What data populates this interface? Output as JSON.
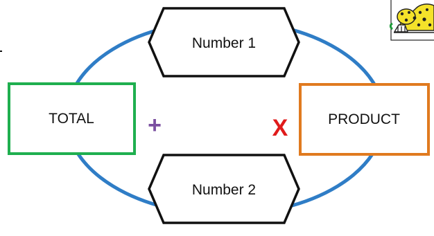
{
  "diagram": {
    "number1_label": "Number 1",
    "number2_label": "Number 2",
    "total_label": "TOTAL",
    "product_label": "PRODUCT",
    "plus_symbol": "+",
    "times_symbol": "X"
  },
  "colors": {
    "ellipse": "#2f7dc6",
    "total_border": "#1faf4f",
    "product_border": "#e07a1f",
    "plus": "#7a4fa0",
    "times": "#e01b1b",
    "hexagon_border": "#111111"
  },
  "icons": {
    "corner_image": "leopard-mascot-icon"
  }
}
